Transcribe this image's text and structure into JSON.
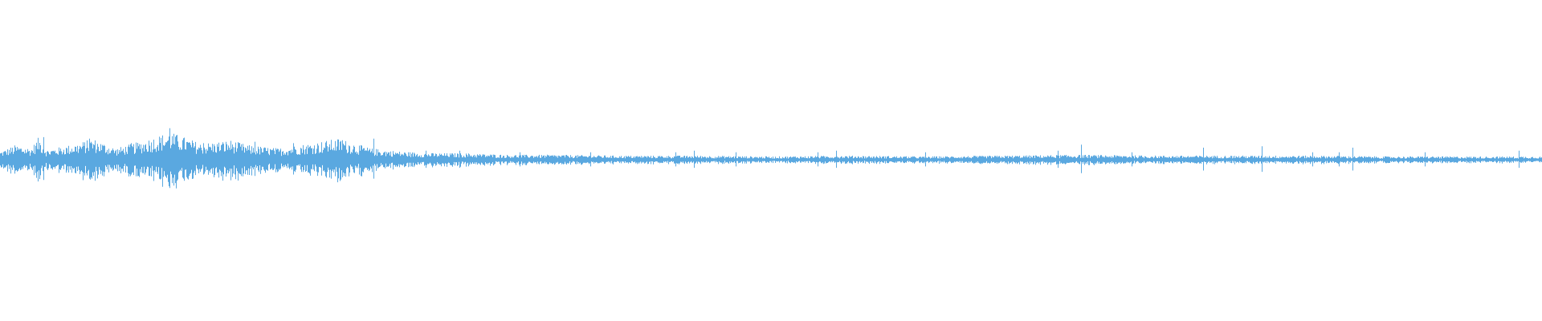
{
  "waveform": {
    "color": "#5aa8e0",
    "background": "#ffffff",
    "amplitude_profile": [
      {
        "t": 0.0,
        "a": 0.1
      },
      {
        "t": 0.01,
        "a": 0.18
      },
      {
        "t": 0.02,
        "a": 0.14
      },
      {
        "t": 0.025,
        "a": 0.28
      },
      {
        "t": 0.03,
        "a": 0.12
      },
      {
        "t": 0.05,
        "a": 0.2
      },
      {
        "t": 0.06,
        "a": 0.26
      },
      {
        "t": 0.075,
        "a": 0.14
      },
      {
        "t": 0.09,
        "a": 0.22
      },
      {
        "t": 0.11,
        "a": 0.34
      },
      {
        "t": 0.13,
        "a": 0.2
      },
      {
        "t": 0.15,
        "a": 0.24
      },
      {
        "t": 0.16,
        "a": 0.18
      },
      {
        "t": 0.18,
        "a": 0.14
      },
      {
        "t": 0.2,
        "a": 0.2
      },
      {
        "t": 0.22,
        "a": 0.26
      },
      {
        "t": 0.24,
        "a": 0.14
      },
      {
        "t": 0.26,
        "a": 0.1
      },
      {
        "t": 0.28,
        "a": 0.08
      },
      {
        "t": 0.3,
        "a": 0.08
      },
      {
        "t": 0.33,
        "a": 0.06
      },
      {
        "t": 0.36,
        "a": 0.06
      },
      {
        "t": 0.4,
        "a": 0.05
      },
      {
        "t": 0.45,
        "a": 0.05
      },
      {
        "t": 0.5,
        "a": 0.04
      },
      {
        "t": 0.55,
        "a": 0.05
      },
      {
        "t": 0.6,
        "a": 0.04
      },
      {
        "t": 0.65,
        "a": 0.05
      },
      {
        "t": 0.7,
        "a": 0.06
      },
      {
        "t": 0.75,
        "a": 0.05
      },
      {
        "t": 0.8,
        "a": 0.05
      },
      {
        "t": 0.85,
        "a": 0.05
      },
      {
        "t": 0.9,
        "a": 0.04
      },
      {
        "t": 0.95,
        "a": 0.04
      },
      {
        "t": 1.0,
        "a": 0.04
      }
    ],
    "spikes": [
      {
        "t": 0.028,
        "a": 0.3
      },
      {
        "t": 0.058,
        "a": 0.28
      },
      {
        "t": 0.085,
        "a": 0.22
      },
      {
        "t": 0.11,
        "a": 0.42
      },
      {
        "t": 0.118,
        "a": 0.26
      },
      {
        "t": 0.132,
        "a": 0.22
      },
      {
        "t": 0.165,
        "a": 0.24
      },
      {
        "t": 0.19,
        "a": 0.22
      },
      {
        "t": 0.222,
        "a": 0.26
      },
      {
        "t": 0.242,
        "a": 0.28
      },
      {
        "t": 0.276,
        "a": 0.12
      },
      {
        "t": 0.298,
        "a": 0.12
      },
      {
        "t": 0.337,
        "a": 0.1
      },
      {
        "t": 0.383,
        "a": 0.1
      },
      {
        "t": 0.438,
        "a": 0.1
      },
      {
        "t": 0.45,
        "a": 0.12
      },
      {
        "t": 0.477,
        "a": 0.1
      },
      {
        "t": 0.53,
        "a": 0.1
      },
      {
        "t": 0.542,
        "a": 0.12
      },
      {
        "t": 0.6,
        "a": 0.1
      },
      {
        "t": 0.686,
        "a": 0.12
      },
      {
        "t": 0.701,
        "a": 0.2
      },
      {
        "t": 0.734,
        "a": 0.1
      },
      {
        "t": 0.78,
        "a": 0.16
      },
      {
        "t": 0.818,
        "a": 0.18
      },
      {
        "t": 0.851,
        "a": 0.1
      },
      {
        "t": 0.868,
        "a": 0.1
      },
      {
        "t": 0.877,
        "a": 0.16
      },
      {
        "t": 0.924,
        "a": 0.1
      },
      {
        "t": 0.985,
        "a": 0.12
      }
    ]
  }
}
